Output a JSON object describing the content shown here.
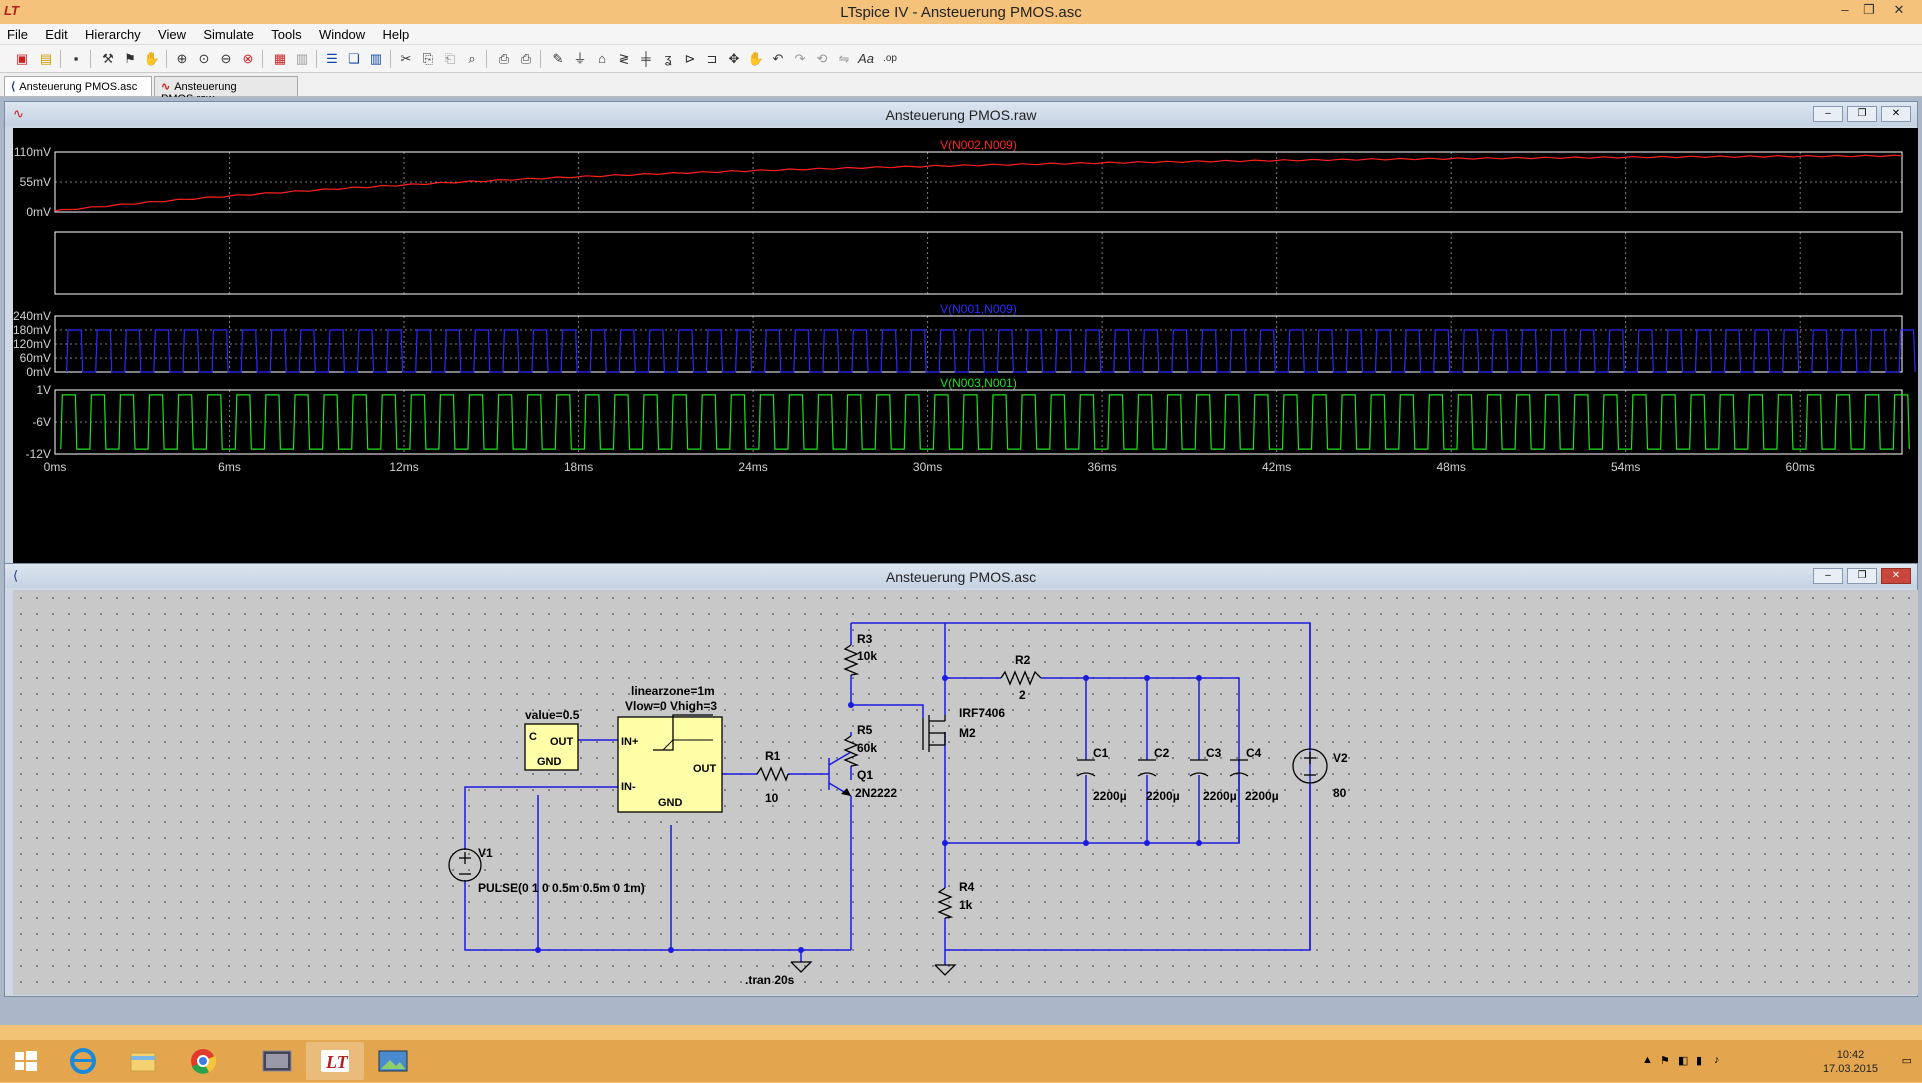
{
  "app": {
    "title": "LTspice IV - Ansteuerung PMOS.asc",
    "logo": "LT"
  },
  "menu": [
    "File",
    "Edit",
    "Hierarchy",
    "View",
    "Simulate",
    "Tools",
    "Window",
    "Help"
  ],
  "doc_tabs": [
    {
      "label": "Ansteuerung PMOS.asc",
      "icon": "schematic-icon",
      "active": true
    },
    {
      "label": "Ansteuerung PMOS.raw",
      "icon": "waveform-icon",
      "active": false
    }
  ],
  "waveform_window": {
    "title": "Ansteuerung PMOS.raw",
    "panes": [
      {
        "trace": "V(N002,N009)",
        "color": "#ff2020",
        "y_ticks": [
          "110mV",
          "55mV",
          "0mV"
        ]
      },
      {
        "trace": "",
        "color": "#ffffff",
        "y_ticks": []
      },
      {
        "trace": "V(N001,N009)",
        "color": "#2a2aff",
        "y_ticks": [
          "240mV",
          "180mV",
          "120mV",
          "60mV",
          "0mV"
        ]
      },
      {
        "trace": "V(N003,N001)",
        "color": "#20e020",
        "y_ticks": [
          "1V",
          "-6V",
          "-12V"
        ]
      }
    ],
    "x_ticks": [
      "0ms",
      "6ms",
      "12ms",
      "18ms",
      "24ms",
      "30ms",
      "36ms",
      "42ms",
      "48ms",
      "54ms",
      "60ms"
    ]
  },
  "chart_data": {
    "type": "line",
    "x_unit": "ms",
    "xlim": [
      0,
      63.5
    ],
    "series": [
      {
        "name": "V(N002,N009)",
        "unit": "mV",
        "ylim": [
          0,
          110
        ],
        "shape": "rising-ripple",
        "start": 2,
        "end": 103
      },
      {
        "name": "V(N001,N009)",
        "unit": "mV",
        "ylim": [
          0,
          240
        ],
        "shape": "square",
        "low": 0,
        "high": 180,
        "period_ms": 1
      },
      {
        "name": "V(N003,N001)",
        "unit": "V",
        "ylim": [
          -12,
          1
        ],
        "shape": "square",
        "low": -11,
        "high": 0,
        "period_ms": 1
      }
    ]
  },
  "schematic_window": {
    "title": "Ansteuerung PMOS.asc",
    "labels": {
      "r3_name": "R3",
      "r3_val": "10k",
      "r5_name": "R5",
      "r5_val": "60k",
      "r1_name": "R1",
      "r1_val": "10",
      "r2_name": "R2",
      "r2_val": "2",
      "r4_name": "R4",
      "r4_val": "1k",
      "q1_name": "Q1",
      "q1_val": "2N2222",
      "m2_name": "M2",
      "m2_val": "IRF7406",
      "c1_name": "C1",
      "c2_name": "C2",
      "c3_name": "C3",
      "c4_name": "C4",
      "cap_val": "2200µ",
      "v1_name": "V1",
      "v1_val": "PULSE(0 1 0 0.5m 0.5m 0 1m)",
      "v2_name": "V2",
      "v2_val": "80",
      "const_val": "value=0.5",
      "const_c": "C",
      "const_out": "OUT",
      "const_gnd": "GND",
      "comp_params1": "linearzone=1m",
      "comp_params2": "Vlow=0 Vhigh=3",
      "comp_inp": "IN+",
      "comp_inm": "IN-",
      "comp_out": "OUT",
      "comp_gnd": "GND",
      "tran": ".tran 20s"
    }
  },
  "taskbar": {
    "time": "10:42",
    "date": "17.03.2015"
  }
}
